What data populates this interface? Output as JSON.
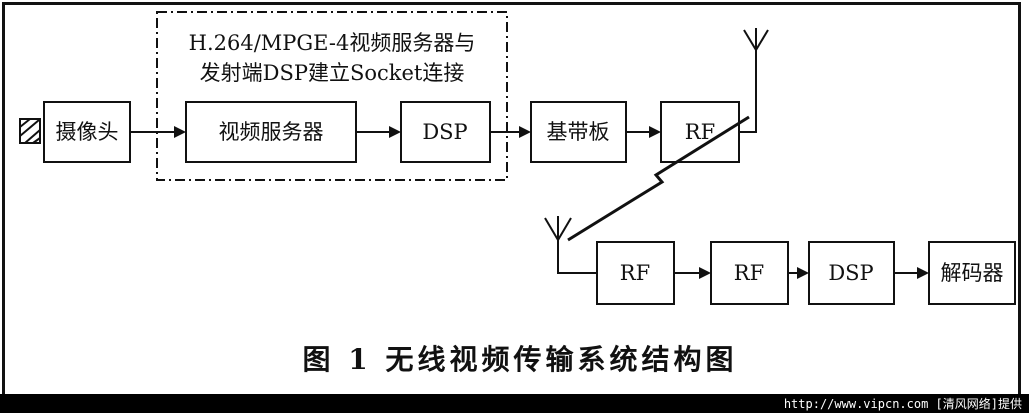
{
  "group": {
    "label_line1": "H.264/MPGE-4视频服务器与",
    "label_line2": "发射端DSP建立Socket连接"
  },
  "tx_chain": {
    "camera": "摄像头",
    "video_server": "视频服务器",
    "dsp": "DSP",
    "baseband": "基带板",
    "rf": "RF"
  },
  "rx_chain": {
    "rf1": "RF",
    "rf2": "RF",
    "dsp": "DSP",
    "decoder": "解码器"
  },
  "caption": "图 1  无线视频传输系统结构图",
  "watermark": "http://www.vipcn.com [清风网络]提供",
  "icons": {
    "camera": "camera-lens-icon",
    "tx_antenna": "antenna-icon",
    "rx_antenna": "antenna-icon",
    "wireless_link": "lightning-link-icon"
  }
}
